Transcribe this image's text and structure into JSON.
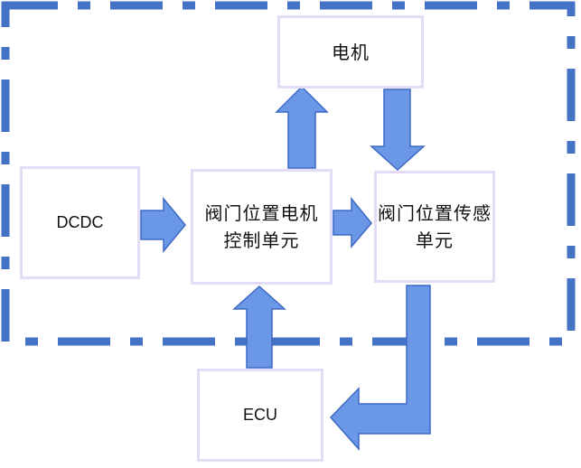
{
  "diagram": {
    "colors": {
      "arrow_fill": "#6b98e6",
      "arrow_stroke": "#3d69c4",
      "dashed_border": "#4472c4",
      "box_border": "#e4dcf4"
    },
    "nodes": {
      "motor": {
        "label": "电机"
      },
      "dcdc": {
        "label": "DCDC"
      },
      "controller": {
        "label": "阀门位置电机控制单元"
      },
      "sensor": {
        "label": "阀门位置传感单元"
      },
      "ecu": {
        "label": "ECU"
      }
    },
    "edges": [
      {
        "from": "dcdc",
        "to": "controller"
      },
      {
        "from": "controller",
        "to": "motor"
      },
      {
        "from": "motor",
        "to": "sensor"
      },
      {
        "from": "controller",
        "to": "sensor"
      },
      {
        "from": "ecu",
        "to": "controller"
      },
      {
        "from": "sensor",
        "to": "ecu"
      }
    ],
    "boundary_style": "dash-dot"
  }
}
